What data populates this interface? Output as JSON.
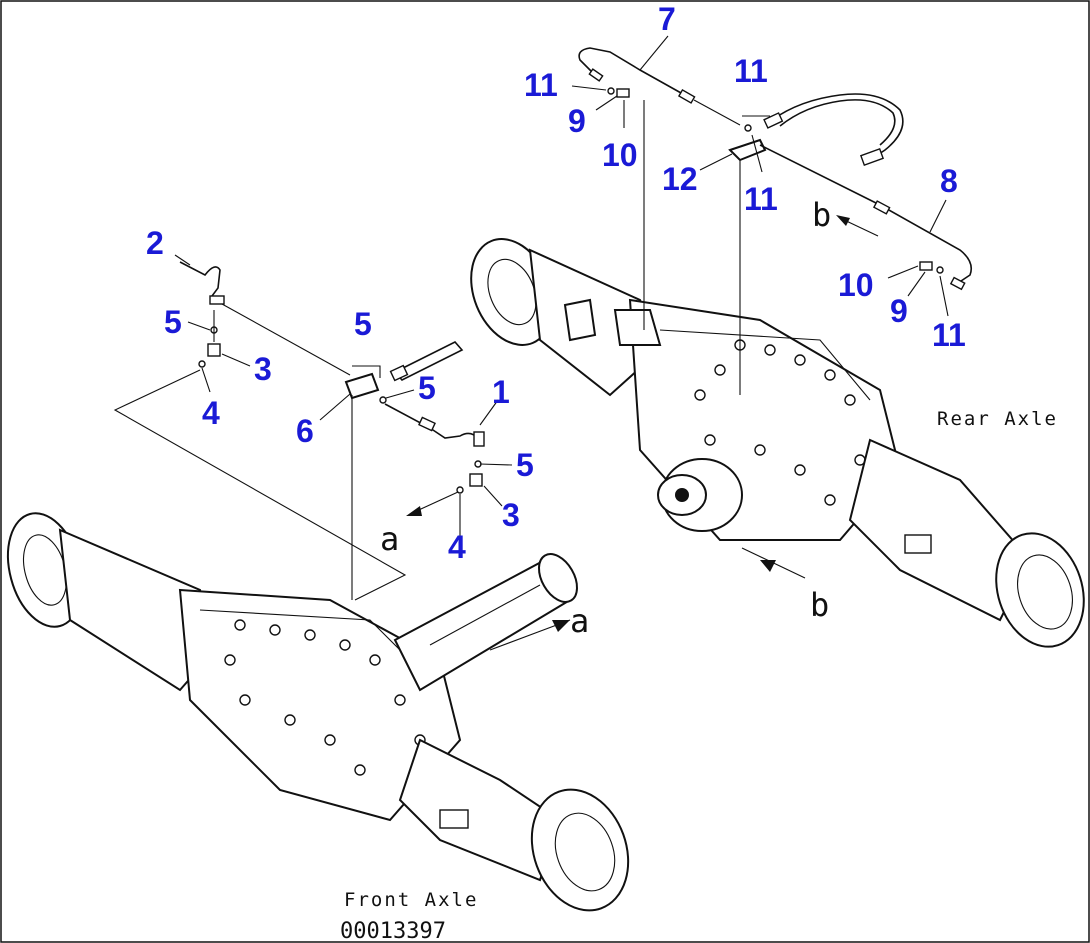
{
  "diagram": {
    "colors": {
      "callout": "#1a1ad6",
      "line": "#111111",
      "background": "#ffffff"
    },
    "labels": {
      "front_axle": "Front Axle",
      "rear_axle": "Rear Axle",
      "drawing_number": "00013397"
    },
    "arrow_letters": {
      "a": "a",
      "b": "b"
    },
    "callouts": {
      "c1": "1",
      "c2": "2",
      "c3": "3",
      "c4": "4",
      "c5": "5",
      "c6": "6",
      "c7": "7",
      "c8": "8",
      "c9": "9",
      "c10": "10",
      "c11": "11",
      "c12": "12"
    }
  }
}
